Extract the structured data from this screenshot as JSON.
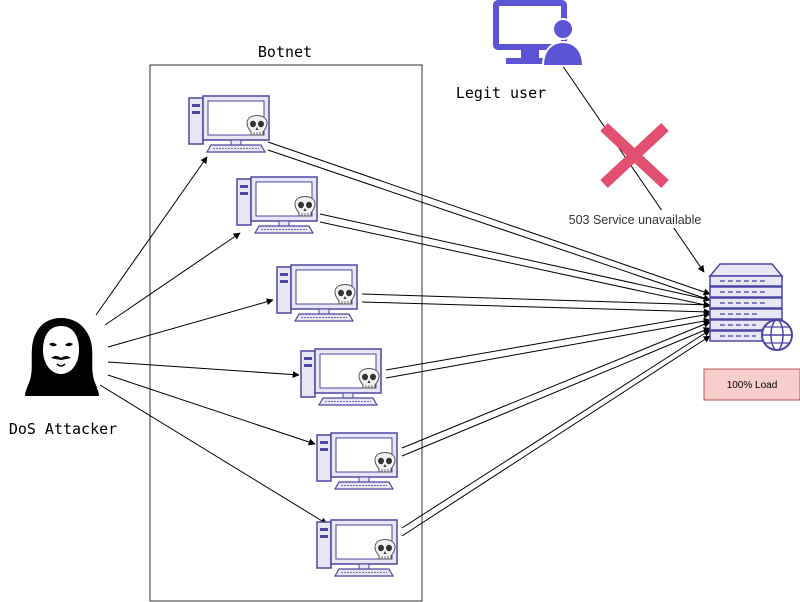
{
  "labels": {
    "botnet": "Botnet",
    "legit_user": "Legit user",
    "attacker": "DoS Attacker",
    "service_error": "503 Service unavailable",
    "load": "100% Load"
  },
  "icons": {
    "attacker": "hooded-attacker-icon",
    "bot": "skull-computer-icon",
    "user": "user-monitor-icon",
    "server": "server-globe-icon",
    "blocked": "red-x-icon"
  },
  "colors": {
    "purple_fill": "#e9e6f6",
    "purple_stroke": "#4b47a3",
    "user_icon": "#5b55d6",
    "cross": "#e3506f",
    "load_fill": "#f8cecc",
    "load_stroke": "#b85450"
  }
}
